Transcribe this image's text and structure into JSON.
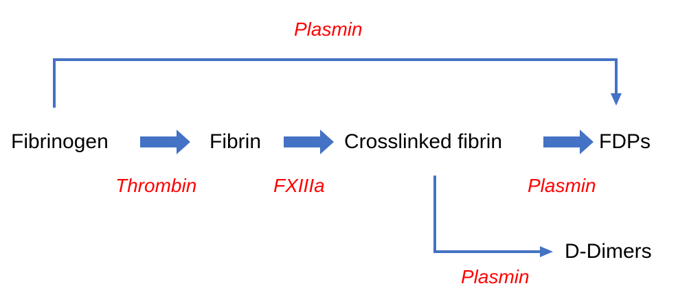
{
  "nodes": {
    "fibrinogen": "Fibrinogen",
    "fibrin": "Fibrin",
    "crosslinked_fibrin": "Crosslinked fibrin",
    "fdps": "FDPs",
    "d_dimers": "D-Dimers"
  },
  "enzymes": {
    "top": "Plasmin",
    "thrombin": "Thrombin",
    "fxiiia": "FXIIIa",
    "plasmin_fdps": "Plasmin",
    "plasmin_ddimers": "Plasmin"
  },
  "colors": {
    "arrow": "#4472c4",
    "enzyme_text": "#ff0000",
    "node_text": "#000000"
  }
}
